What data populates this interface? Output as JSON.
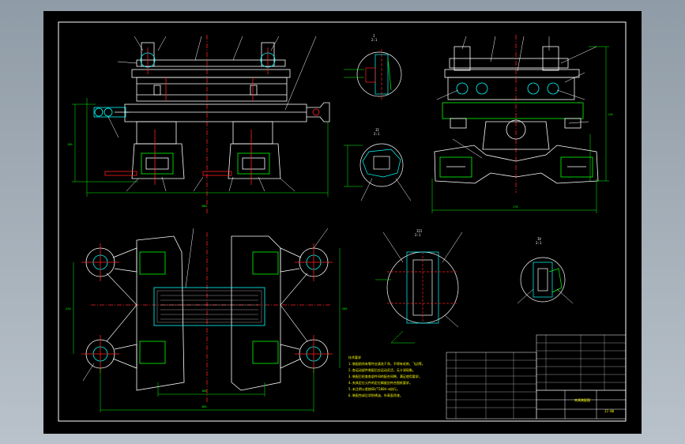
{
  "drawing": {
    "background": "#000000",
    "frame_color": "#ffffff",
    "line_green": "#00ff00",
    "center_red": "#ff2020",
    "hatch_cyan": "#00ffff",
    "label_yellow": "#ffff00"
  },
  "views": {
    "front": {
      "dim_width": "380",
      "dim_height": "150"
    },
    "detail_i": {
      "label": "I",
      "scale": "2:1"
    },
    "detail_ii": {
      "label": "II",
      "scale": "2:1"
    },
    "detail_iii": {
      "label": "III",
      "scale": "2:1"
    },
    "detail_iv": {
      "label": "IV",
      "scale": "2:1"
    },
    "side": {
      "dim_width": "170",
      "dim_height": "110"
    },
    "plan": {
      "dim_inner": "186",
      "dim_outer": "360",
      "dim_left": "220",
      "dim_right": "260"
    }
  },
  "notes": {
    "heading": "技术要求",
    "lines": [
      "1.装配前所有零件应清洗干净，不得有毛刺、飞边等。",
      "2.各运动部件装配后应运动灵活，无卡滞现象。",
      "3.装配后检查各部件间的配合间隙，满足使用要求。",
      "4.夹具定位元件的定位精度应符合图纸要求。",
      "5.未注明公差按GB/T1804-m执行。",
      "6.装配完成后涂防锈油，外表面涂漆。"
    ]
  },
  "title_block": {
    "drawing_name": "夹具装配图",
    "code": "JJ-00"
  }
}
